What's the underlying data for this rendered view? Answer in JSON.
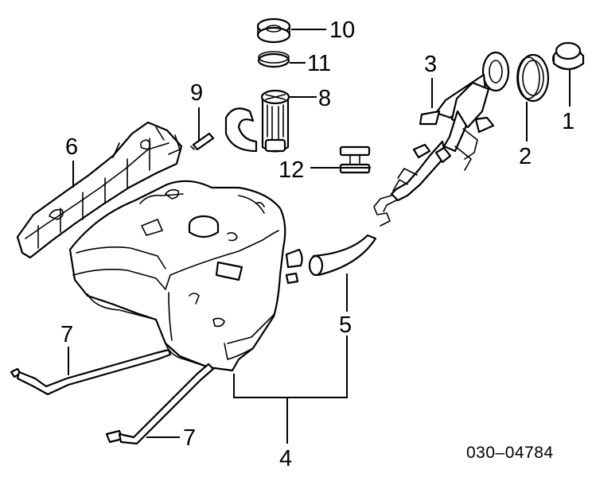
{
  "diagram": {
    "callouts": {
      "c1": "1",
      "c2": "2",
      "c3": "3",
      "c4": "4",
      "c5": "5",
      "c6": "6",
      "c7a": "7",
      "c7b": "7",
      "c8": "8",
      "c9": "9",
      "c10": "10",
      "c11": "11",
      "c12": "12"
    },
    "reference_code": "030–04784",
    "colors": {
      "ink": "#000000",
      "paper": "#ffffff"
    }
  }
}
